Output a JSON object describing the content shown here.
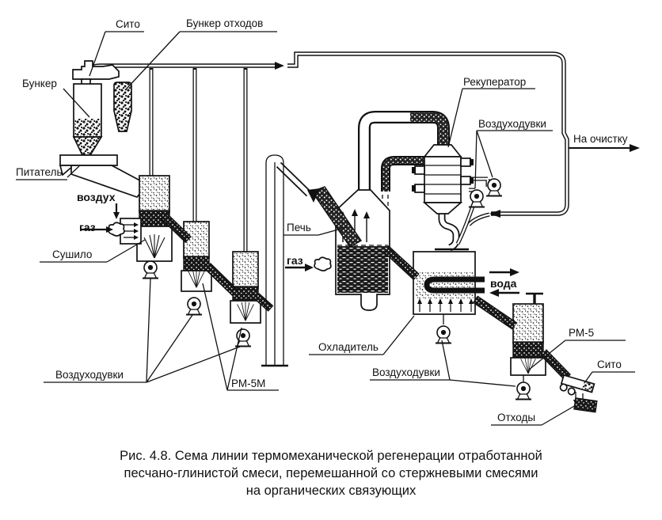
{
  "labels": {
    "sieve_top": "Сито",
    "waste_bunker": "Бункер отходов",
    "bunker": "Бункер",
    "feeder": "Питатель",
    "air": "воздух",
    "gas_dryer": "газ",
    "dryer": "Сушило",
    "blowers_left": "Воздуходувки",
    "rm5m": "РМ-5М",
    "furnace": "Печь",
    "gas_furnace": "газ",
    "recuperator": "Рекуператор",
    "blowers_top": "Воздуходувки",
    "to_cleaning": "На очистку",
    "water": "вода",
    "cooler": "Охладитель",
    "blowers_bottom": "Воздуходувки",
    "rm5": "РМ-5",
    "sieve_right": "Сито",
    "waste": "Отходы"
  },
  "figure": {
    "caption_line1": "Рис. 4.8. Сема линии термомеханической регенерации отработанной",
    "caption_line2": "песчано-глинистой смеси, перемешанной со стержневыми смесями",
    "caption_line3": "на органических связующих"
  }
}
